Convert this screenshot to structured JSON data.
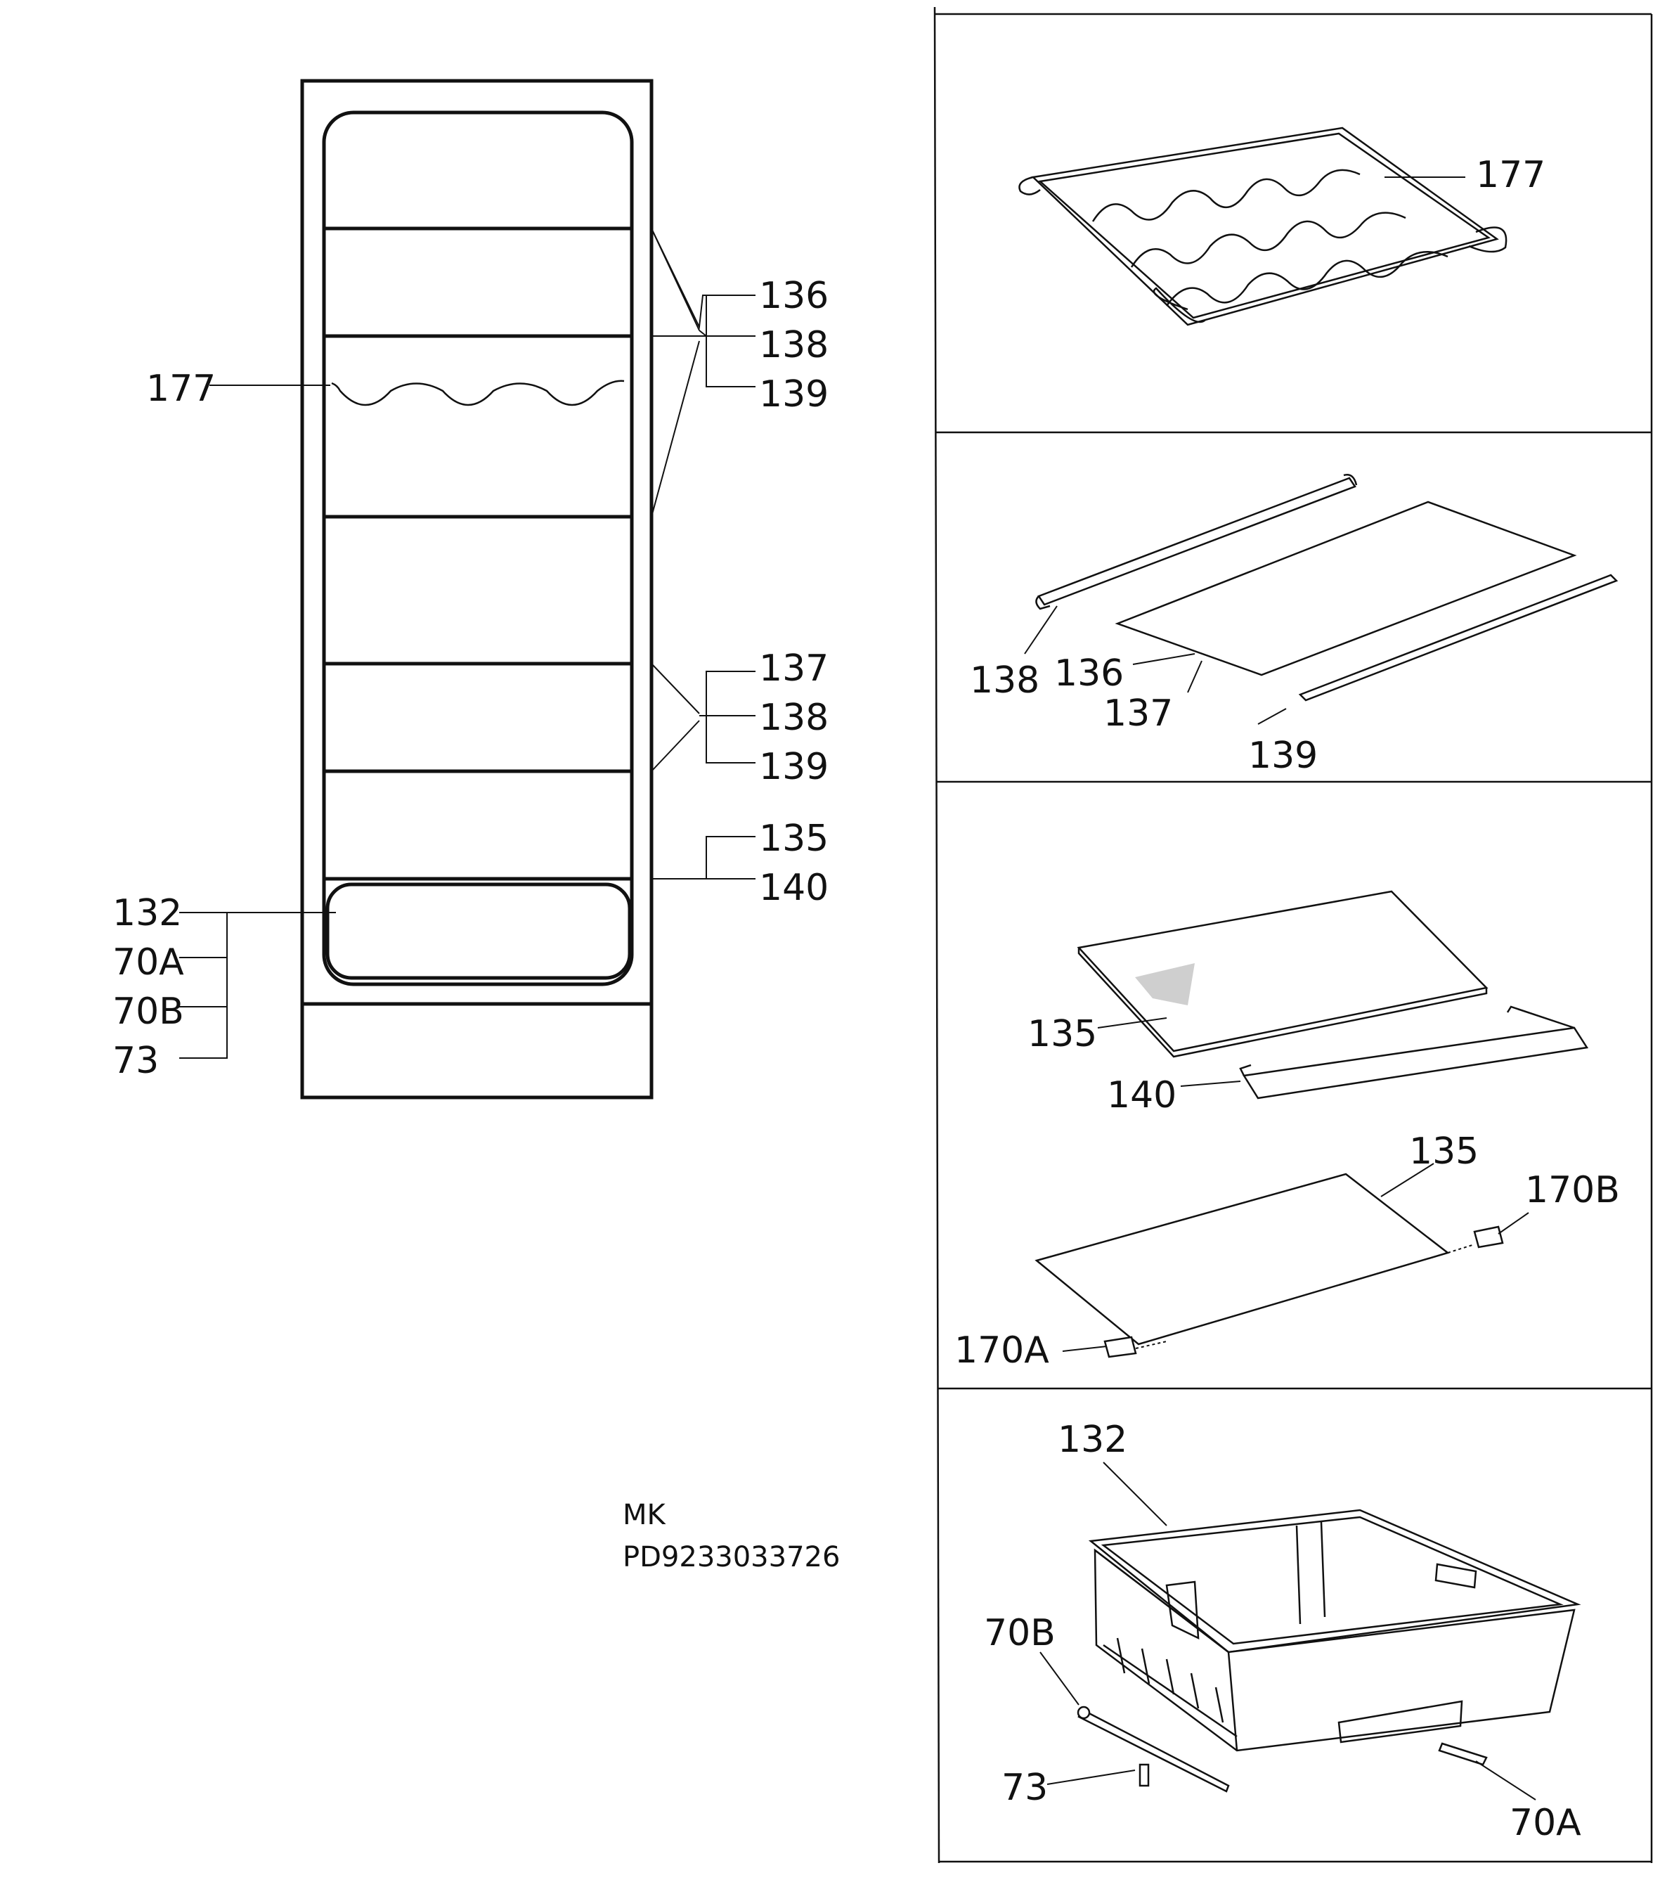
{
  "overview": {
    "callouts": [
      {
        "id": "ov-136",
        "text": "136"
      },
      {
        "id": "ov-138a",
        "text": "138"
      },
      {
        "id": "ov-139a",
        "text": "139"
      },
      {
        "id": "ov-177",
        "text": "177"
      },
      {
        "id": "ov-137",
        "text": "137"
      },
      {
        "id": "ov-138b",
        "text": "138"
      },
      {
        "id": "ov-139b",
        "text": "139"
      },
      {
        "id": "ov-135",
        "text": "135"
      },
      {
        "id": "ov-140",
        "text": "140"
      },
      {
        "id": "ov-132",
        "text": "132"
      },
      {
        "id": "ov-70a",
        "text": "70A"
      },
      {
        "id": "ov-70b",
        "text": "70B"
      },
      {
        "id": "ov-73",
        "text": "73"
      }
    ]
  },
  "reference": {
    "line1": "MK",
    "line2": "PD9233033726"
  },
  "panels": {
    "wine_rack": {
      "labels": {
        "rack": "177"
      }
    },
    "glass_shelf": {
      "labels": {
        "rail": "138",
        "glass": "136",
        "glass_alt": "137",
        "trim": "139"
      }
    },
    "crisper_cover": {
      "labels": {
        "cover_glass": "135",
        "front_trim": "140",
        "lower_glass": "135",
        "clip_right": "170B",
        "clip_left": "170A"
      }
    },
    "drawer": {
      "labels": {
        "drawer": "132",
        "slide_left": "70B",
        "screw": "73",
        "slide_right": "70A"
      }
    }
  }
}
